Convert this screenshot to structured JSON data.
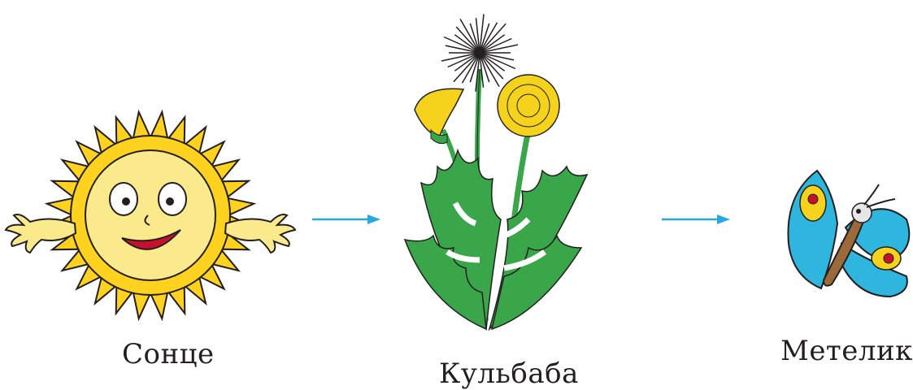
{
  "nodes": [
    {
      "id": "sun",
      "label": "Сонце",
      "icon": "sun-icon"
    },
    {
      "id": "dandelion",
      "label": "Кульбаба",
      "icon": "dandelion-icon"
    },
    {
      "id": "butterfly",
      "label": "Метелик",
      "icon": "butterfly-icon"
    }
  ],
  "edges": [
    {
      "from": "sun",
      "to": "dandelion"
    },
    {
      "from": "dandelion",
      "to": "butterfly"
    }
  ],
  "colors": {
    "arrow": "#29a8e0",
    "sun": "#ffd21f",
    "face": "#fbea8c",
    "leaf": "#3aa64a",
    "flower": "#f5d21c",
    "wing": "#2fb6df"
  }
}
